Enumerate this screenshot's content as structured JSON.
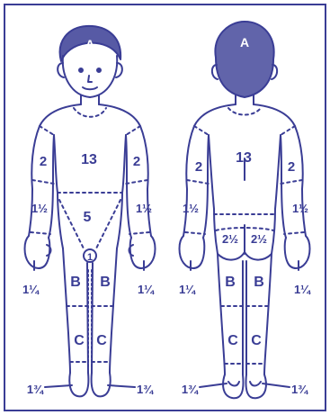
{
  "colors": {
    "ink": "#3a3d95",
    "frame": "#3a3d95",
    "background": "#ffffff"
  },
  "figures": {
    "front": {
      "head": "A",
      "trunk": "13",
      "upper_arm_left": "2",
      "upper_arm_right": "2",
      "forearm_left": "1½",
      "forearm_right": "1½",
      "genital_area": "5",
      "genitalia": "1",
      "hand_left": "1¼",
      "hand_right": "1¼",
      "thigh_left": "B",
      "thigh_right": "B",
      "leg_left": "C",
      "leg_right": "C",
      "foot_left": "1¾",
      "foot_right": "1¾"
    },
    "back": {
      "head": "A",
      "trunk": "13",
      "upper_arm_left": "2",
      "upper_arm_right": "2",
      "forearm_left": "1½",
      "forearm_right": "1½",
      "buttock_left": "2½",
      "buttock_right": "2½",
      "hand_left": "1¼",
      "hand_right": "1¼",
      "thigh_left": "B",
      "thigh_right": "B",
      "leg_left": "C",
      "leg_right": "C",
      "foot_left": "1¾",
      "foot_right": "1¾"
    }
  }
}
